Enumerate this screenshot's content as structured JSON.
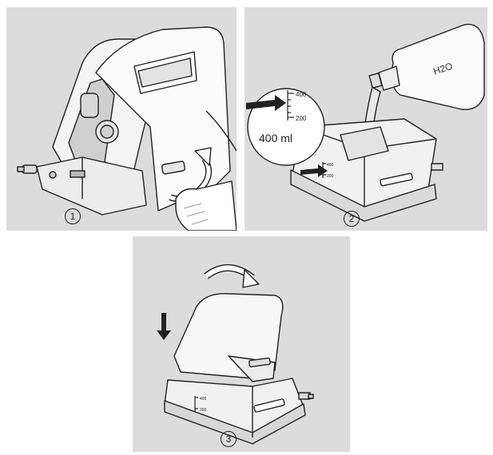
{
  "steps": {
    "step1": "1",
    "step2": "2",
    "step3": "3"
  },
  "panel2": {
    "volume_label": "400 ml",
    "bottle_label": "H2O",
    "scale_top": "400",
    "scale_bottom": "200"
  },
  "panel3": {
    "scale_top": "400",
    "scale_bottom": "200"
  },
  "colors": {
    "panel_bg": "#dcdcdc",
    "line": "#222222",
    "fill": "#ffffff",
    "shade": "#b9b9b9"
  }
}
